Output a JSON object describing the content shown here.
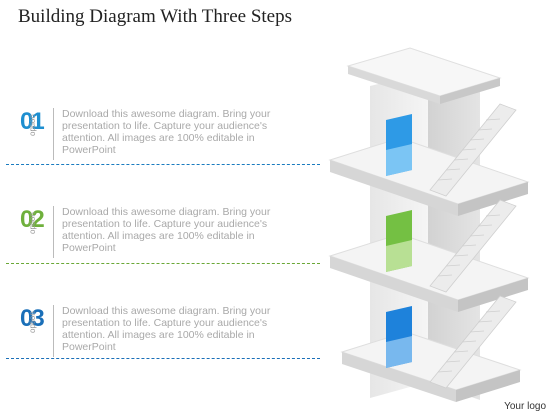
{
  "title": "Building Diagram With Three Steps",
  "steps": [
    {
      "number": "01",
      "option": "option",
      "color": "#1e8fd0",
      "dash_color": "#1a7bbf",
      "text": "Download this awesome diagram. Bring your presentation to life. Capture your audience's attention. All images are 100% editable in PowerPoint"
    },
    {
      "number": "02",
      "option": "option",
      "color": "#6fb03c",
      "dash_color": "#6aa836",
      "text": "Download this awesome diagram. Bring your presentation to life. Capture your audience's attention. All images are 100% editable in PowerPoint"
    },
    {
      "number": "03",
      "option": "option",
      "color": "#1a6fb8",
      "dash_color": "#1a6fb8",
      "text": "Download this awesome diagram. Bring your presentation to life. Capture your audience's attention. All images are 100% editable in PowerPoint"
    }
  ],
  "logo": "Your logo",
  "door_colors": [
    "#2e9ae6",
    "#74c043",
    "#1e82db"
  ]
}
